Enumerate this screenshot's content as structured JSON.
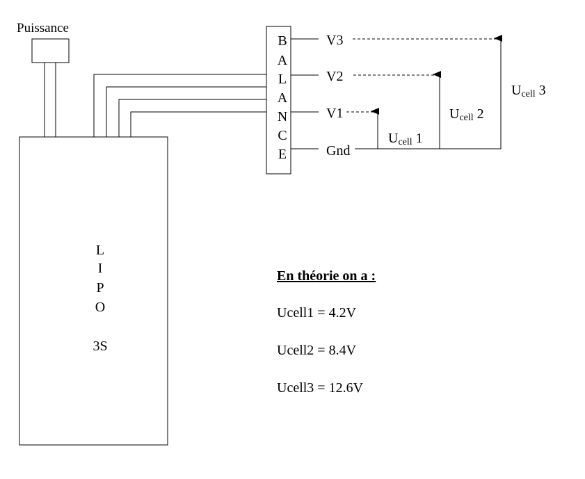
{
  "power_connector": {
    "label": "Puissance"
  },
  "battery": {
    "letters": [
      "L",
      "I",
      "P",
      "O"
    ],
    "config": "3S"
  },
  "balance_connector": {
    "letters": [
      "B",
      "A",
      "L",
      "A",
      "N",
      "C",
      "E"
    ]
  },
  "pins": {
    "v3": "V3",
    "v2": "V2",
    "v1": "V1",
    "gnd": "Gnd"
  },
  "measurements": [
    {
      "base": "U",
      "sub": "cell",
      "num": "1"
    },
    {
      "base": "U",
      "sub": "cell",
      "num": "2"
    },
    {
      "base": "U",
      "sub": "cell",
      "num": "3"
    }
  ],
  "theory": {
    "title": "En théorie on a :",
    "equations": [
      "Ucell1 = 4.2V",
      "Ucell2 = 8.4V",
      "Ucell3 = 12.6V"
    ]
  }
}
